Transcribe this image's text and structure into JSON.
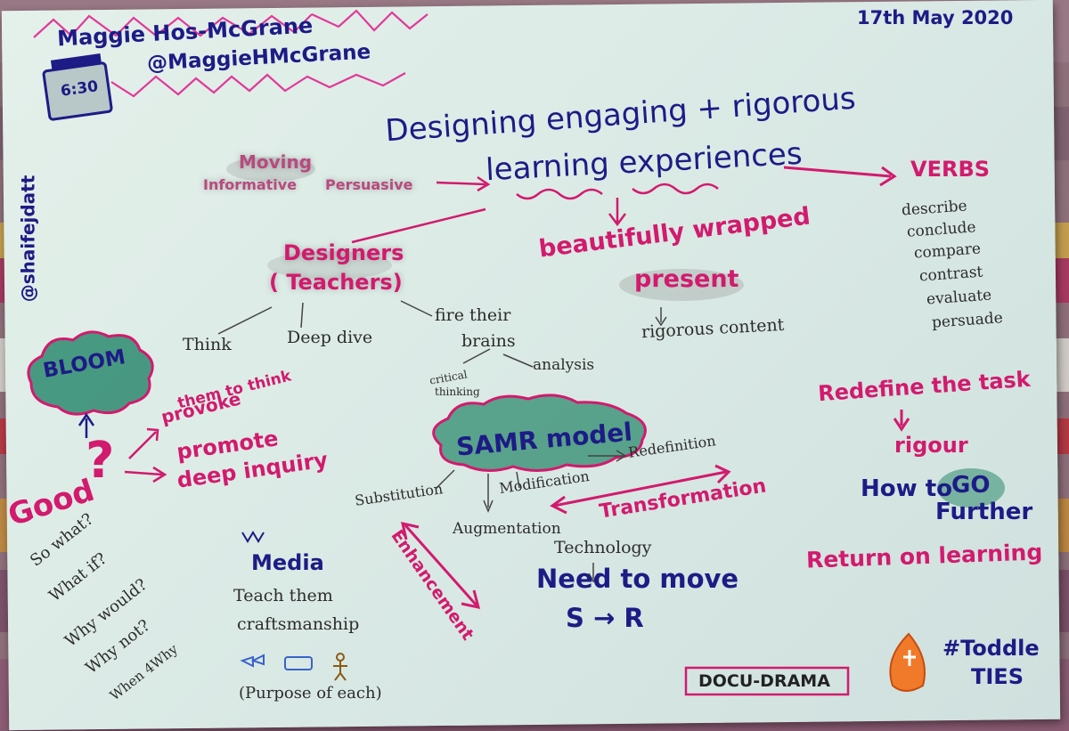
{
  "header": {
    "author": "Maggie Hos-McGrane",
    "handle": "@MaggieHMcGrane",
    "time": "6:30",
    "date": "17th May 2020"
  },
  "title": {
    "line1": "Designing engaging + rigorous",
    "line2": "learning experiences"
  },
  "side_handle": "@shaifejdatt",
  "moving": {
    "label": "Moving",
    "from": "Informative",
    "to": "Persuasive"
  },
  "verbs": {
    "heading": "VERBS",
    "items": [
      "describe",
      "conclude",
      "compare",
      "contrast",
      "evaluate",
      "persuade"
    ]
  },
  "designers": {
    "title": "Designers",
    "subtitle": "( Teachers)",
    "branches": [
      "Think",
      "Deep dive",
      "fire their",
      "brains",
      "analysis",
      "critical",
      "thinking"
    ]
  },
  "present": {
    "line1": "beautifully wrapped",
    "line2": "present",
    "content": "rigorous content"
  },
  "bloom": {
    "label": "BLOOM"
  },
  "good": {
    "label": "Good",
    "mark": "?",
    "provoke1": "provoke",
    "provoke2": "them to think",
    "promote1": "promote",
    "promote2": "deep inquiry"
  },
  "questions": [
    "So what?",
    "What if?",
    "Why would?",
    "Why not?",
    "When 4Why"
  ],
  "samr": {
    "label": "SAMR model",
    "levels": [
      "Substitution",
      "Augmentation",
      "Modification",
      "Redefinition"
    ],
    "transformation": "Transformation",
    "enhancement": "Enhancement"
  },
  "media": {
    "label": "Media",
    "line1": "Teach them",
    "line2": "craftsmanship",
    "purpose": "(Purpose of each)"
  },
  "tech": {
    "label": "Technology",
    "need": "Need to move",
    "path": "S → R"
  },
  "redefine": {
    "line1": "Redefine the task",
    "rigour": "rigour",
    "howto": "How to",
    "go": "GO",
    "further": "Further",
    "return": "Return on learning"
  },
  "docudrama": "DOCU-DRAMA",
  "toddle": {
    "tag": "#Toddle",
    "ties": "TIES"
  },
  "colors": {
    "navy": "#1d1b86",
    "pink": "#d21a6e",
    "green": "#2e8a6e",
    "grey": "#2c2c2c"
  }
}
